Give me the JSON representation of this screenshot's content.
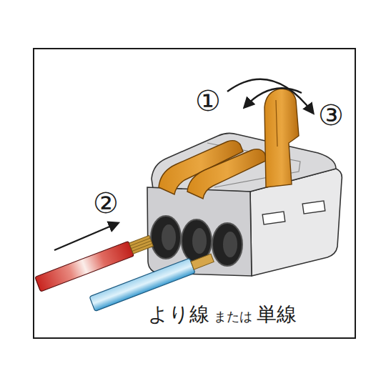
{
  "diagram": {
    "labels": [
      "①",
      "②",
      "③",
      "より線",
      "または",
      "単線"
    ]
  }
}
